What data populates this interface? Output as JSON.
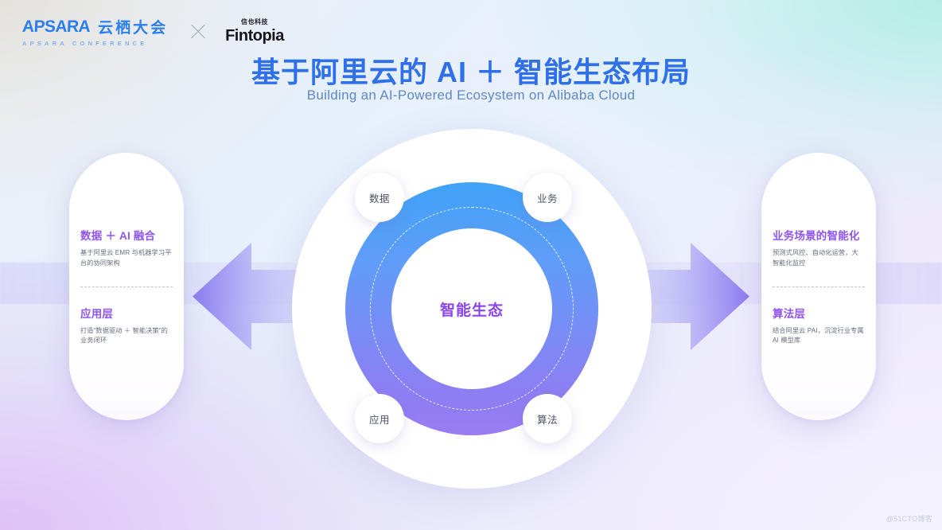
{
  "header": {
    "apsara_word": "APSARA",
    "apsara_cn": "云栖大会",
    "apsara_sub": "APSARA  CONFERENCE",
    "separator": "x-icon",
    "partner_cn": "信也科技",
    "partner_word": "Fintopia"
  },
  "title": {
    "main": "基于阿里云的 AI ＋ 智能生态布局",
    "sub": "Building an AI-Powered Ecosystem on Alibaba Cloud"
  },
  "left_panel": {
    "blocks": [
      {
        "heading": "数据 ＋ AI 融合",
        "body": "基于阿里云 EMR 与机器学习平台的协同架构"
      },
      {
        "heading": "应用层",
        "body": "打造“数据驱动 ＋ 智能决策”的业务闭环"
      }
    ]
  },
  "right_panel": {
    "blocks": [
      {
        "heading": "业务场景的智能化",
        "body": "预测式风控、自动化运营，大智能化监控"
      },
      {
        "heading": "算法层",
        "body": "结合阿里云 PAI，沉淀行业专属 AI 模型库"
      }
    ]
  },
  "diagram": {
    "center_label": "智能生态",
    "nodes": [
      {
        "label": "数据",
        "position": "top-left"
      },
      {
        "label": "业务",
        "position": "top-right"
      },
      {
        "label": "应用",
        "position": "bottom-left"
      },
      {
        "label": "算法",
        "position": "bottom-right"
      }
    ],
    "arrow_left": "arrow-left-icon",
    "arrow_right": "arrow-right-icon"
  },
  "watermark": "@51CTO博客",
  "colors": {
    "title_blue": "#2f6fe8",
    "subtitle_blue": "#5e87c6",
    "heading_purple": "#9055ef",
    "center_purple": "#8c44f0",
    "ring_top": "#3fa2f7",
    "ring_bottom": "#9a7bf2",
    "logo_blue": "#2a7ef0"
  }
}
